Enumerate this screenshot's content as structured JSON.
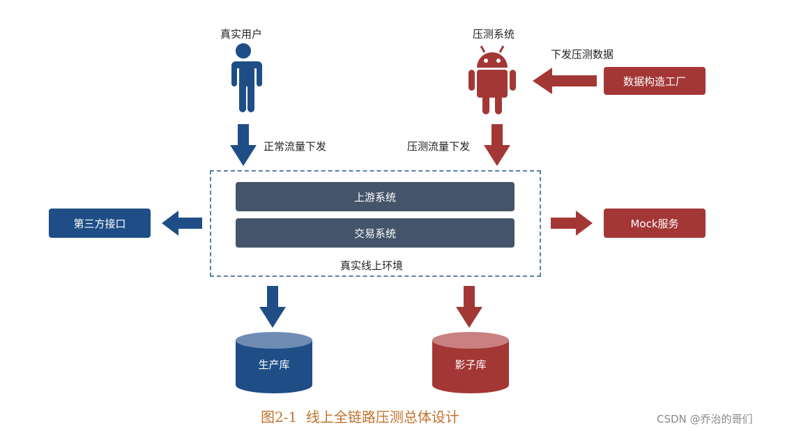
{
  "labels": {
    "real_user": "真实用户",
    "stress_system": "压测系统",
    "issue_data": "下发压测数据",
    "normal_traffic": "正常流量下发",
    "stress_traffic": "压测流量下发",
    "online_env": "真实线上环境"
  },
  "boxes": {
    "data_factory": "数据构造工厂",
    "upstream": "上游系统",
    "trading": "交易系统",
    "third_party": "第三方接口",
    "mock": "Mock服务",
    "prod_db": "生产库",
    "shadow_db": "影子库"
  },
  "caption": "图2-1  线上全链路压测总体设计",
  "watermark": "CSDN @乔治的哥们",
  "colors": {
    "blue": "#1f4e86",
    "red": "#a33736",
    "slate": "#44546a",
    "caption": "#c0712c"
  },
  "icons": {
    "user": "person-icon",
    "system": "android-robot-icon"
  }
}
